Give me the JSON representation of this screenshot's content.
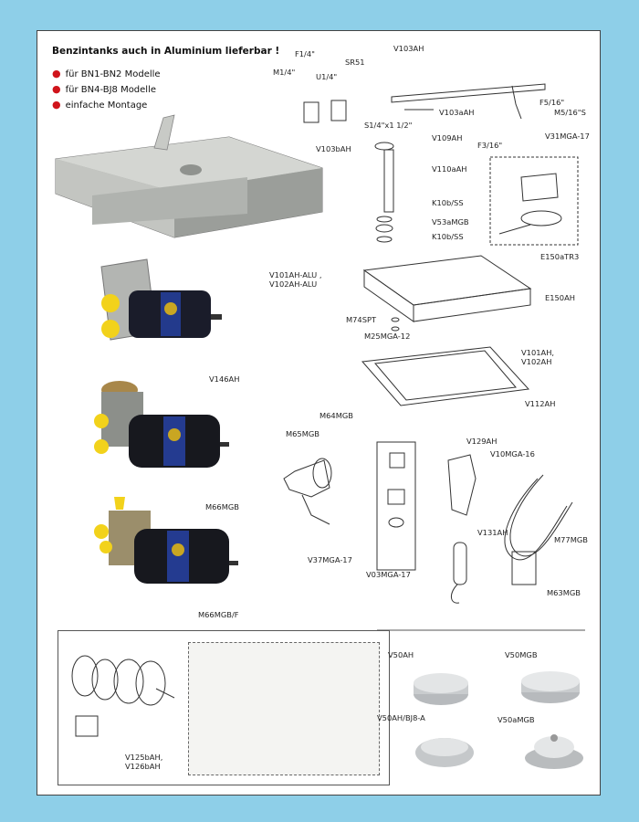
{
  "heading": "Benzintanks auch in Aluminium lieferbar !",
  "bullets": [
    "für BN1-BN2 Modelle",
    "für BN4-BJ8 Modelle",
    "einfache Montage"
  ],
  "labels": {
    "f14": "F1/4\"",
    "m14": "M1/4\"",
    "sr51": "SR51",
    "u14": "U1/4\"",
    "v103ah": "V103AH",
    "s14": "S1/4\"x1 1/2\"",
    "v103aah": "V103aAH",
    "v103bah": "V103bAH",
    "f516": "F5/16\"",
    "m516s": "M5/16\"S",
    "v109ah": "V109AH",
    "f316": "F3/16\"",
    "v31mga": "V31MGA-17",
    "v110aah": "V110aAH",
    "k10bss_1": "K10b/SS",
    "v53amgb": "V53aMGB",
    "k10bss_2": "K10b/SS",
    "e150atr3": "E150aTR3",
    "e150ah": "E150AH",
    "v101alu": "V101AH-ALU ,",
    "v102alu": "V102AH-ALU",
    "m74spt": "M74SPT",
    "m25mga": "M25MGA-12",
    "v101ah": "V101AH,",
    "v102ah": "V102AH",
    "v112ah": "V112AH",
    "v146ah": "V146AH",
    "m64mgb": "M64MGB",
    "m65mgb": "M65MGB",
    "v129ah": "V129AH",
    "v10mga": "V10MGA-16",
    "m66mgb": "M66MGB",
    "v131ah": "V131AH",
    "m77mgb": "M77MGB",
    "v37mga": "V37MGA-17",
    "v03mga": "V03MGA-17",
    "m63mgb": "M63MGB",
    "m66mgbf": "M66MGB/F",
    "v125bah": "V125bAH,",
    "v126bah": "V126bAH",
    "v50ah": "V50AH",
    "v50mgb": "V50MGB",
    "v50ahbj8": "V50AH/BJ8-A",
    "v50amgb": "V50aMGB"
  },
  "colors": {
    "background": "#8ecfe8",
    "bullet": "#d0141b",
    "pump_blue": "#1f2f7a",
    "pump_yellow": "#f2d21b",
    "aluminium": "#b9bcb8"
  }
}
